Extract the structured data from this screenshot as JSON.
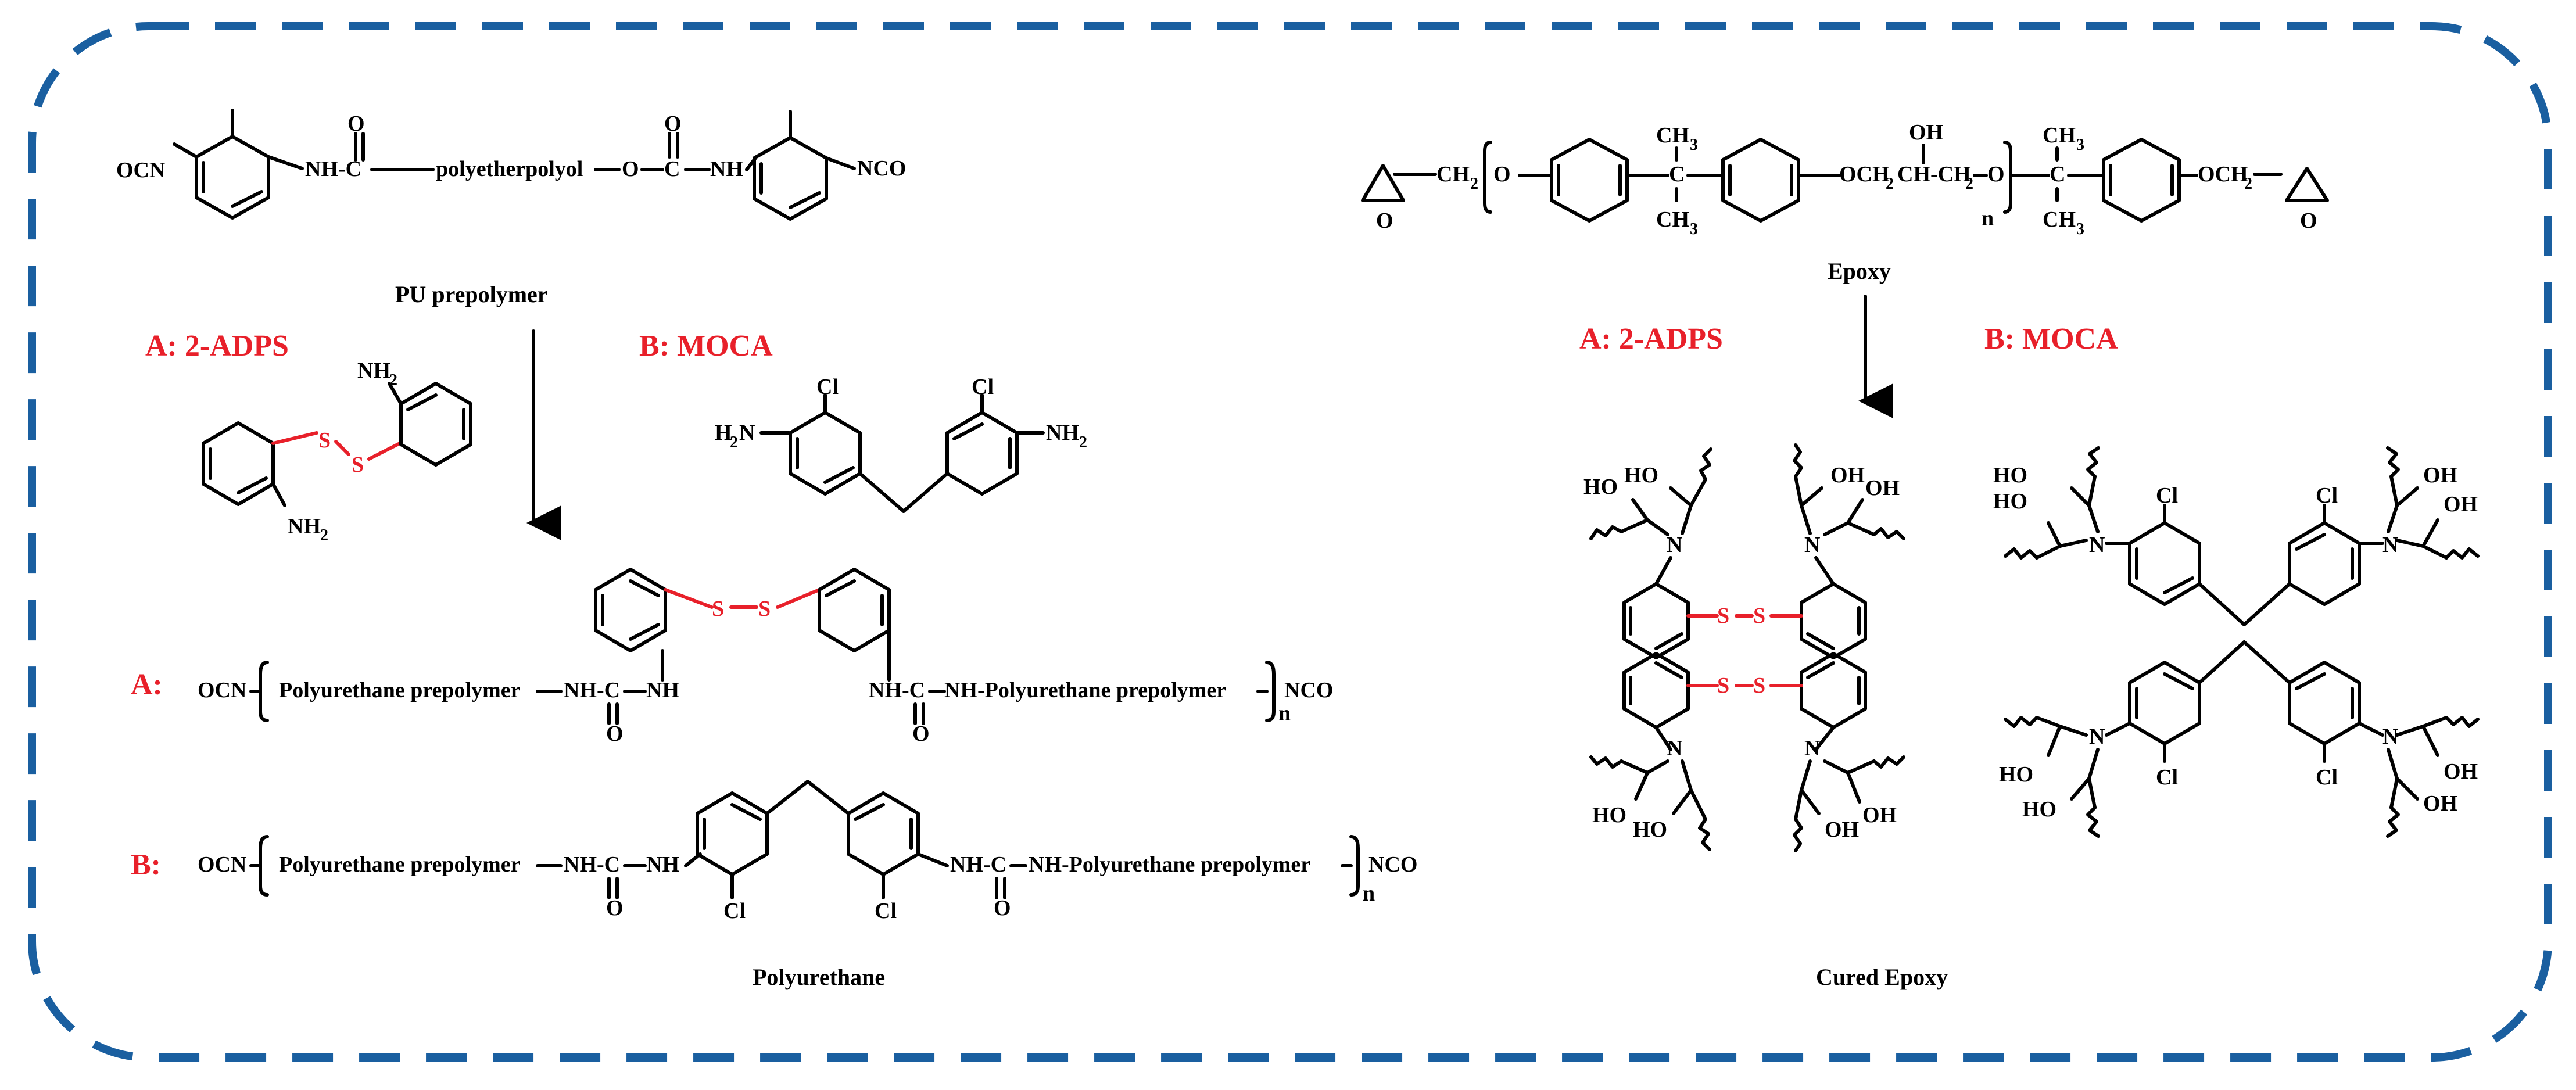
{
  "colors": {
    "border": "#1a5fa0",
    "accent": "#e8202a",
    "line": "#000000"
  },
  "captions": {
    "pu_prepolymer": "PU prepolymer",
    "epoxy": "Epoxy",
    "polyurethane": "Polyurethane",
    "cured_epoxy": "Cured Epoxy"
  },
  "labels": {
    "a_adps": "A:  2-ADPS",
    "b_moca": "B:  MOCA",
    "a_row": "A:",
    "b_row": "B:"
  },
  "atoms": {
    "ocn": "OCN",
    "nco": "NCO",
    "nh_c": "NH-C",
    "o": "O",
    "polyetherpolyol": "polyetherpolyol",
    "o_dash": "O",
    "c": "C",
    "nh": "NH",
    "ch2": "CH",
    "ch3": "CH",
    "och2": "OCH",
    "ch_ch2_o": "CH-CH",
    "oh": "OH",
    "n": "n",
    "s": "S",
    "nh2": "NH",
    "h2n": "H",
    "cl": "Cl",
    "N": "N",
    "HO": "HO",
    "pp_ocn": "OCN",
    "pp_left": "Polyurethane prepolymer",
    "pp_nhc": "NH-C",
    "pp_right": "NH-Polyurethane prepolymer",
    "pp_nco": "NCO",
    "two": "2",
    "three": "3"
  }
}
